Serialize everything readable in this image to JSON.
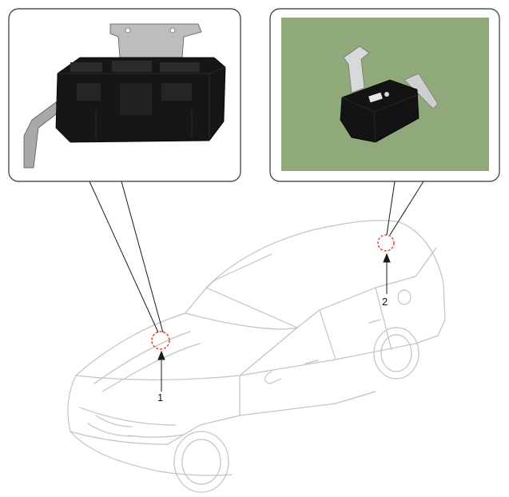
{
  "callouts": [
    {
      "number": "1",
      "component": "module-left"
    },
    {
      "number": "2",
      "component": "module-right"
    }
  ],
  "colors": {
    "line": "#1a1a1a",
    "car_line": "#bdbdbd",
    "marker": "#e53935",
    "photo_bg": "#8fa97a",
    "module_dark": "#141414",
    "bracket": "#9a9a9a"
  }
}
